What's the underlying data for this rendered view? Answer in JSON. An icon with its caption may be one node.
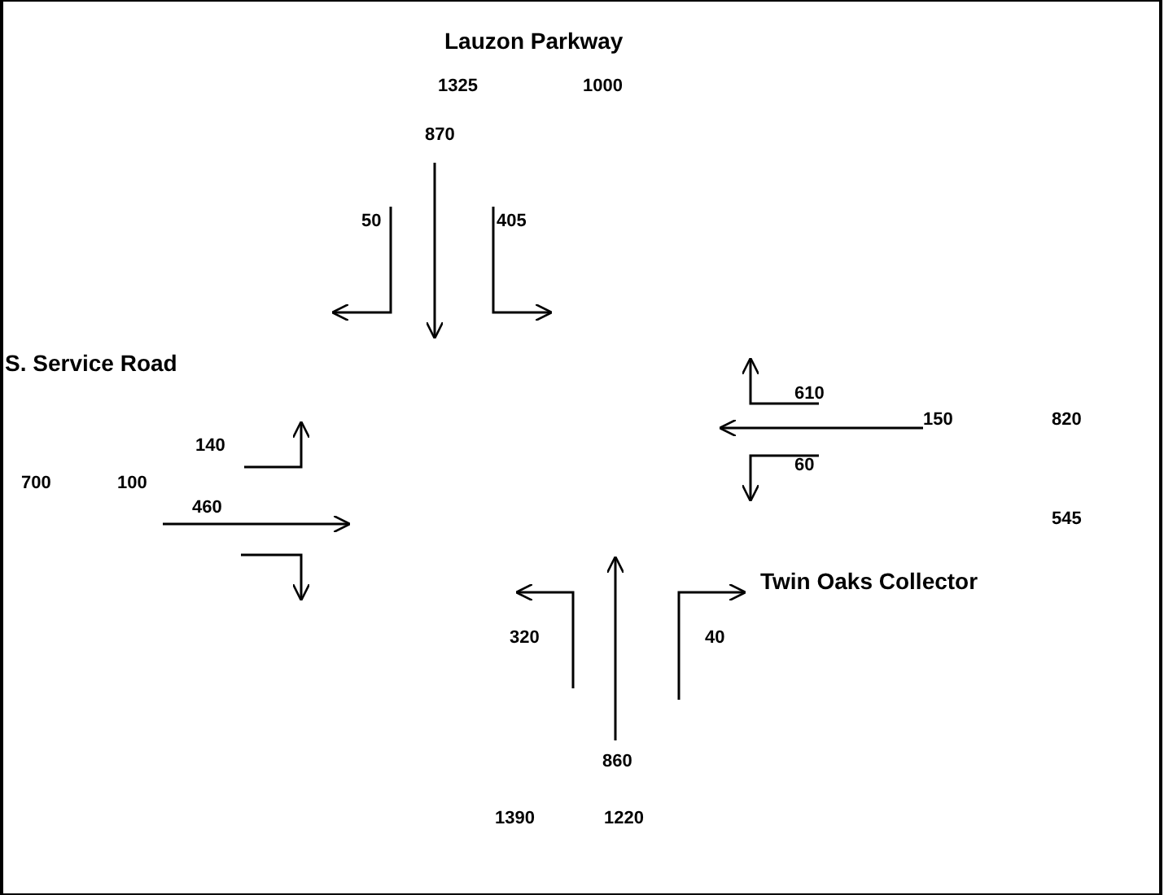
{
  "diagram": {
    "labels": [
      "Lauzon Parkway",
      "1325",
      "1000",
      "870",
      "50",
      "405",
      "S. Service Road",
      "610",
      "150",
      "820",
      "60",
      "140",
      "700",
      "100",
      "460",
      "545",
      "Twin Oaks Collector",
      "320",
      "40",
      "860",
      "1390",
      "1220"
    ]
  }
}
